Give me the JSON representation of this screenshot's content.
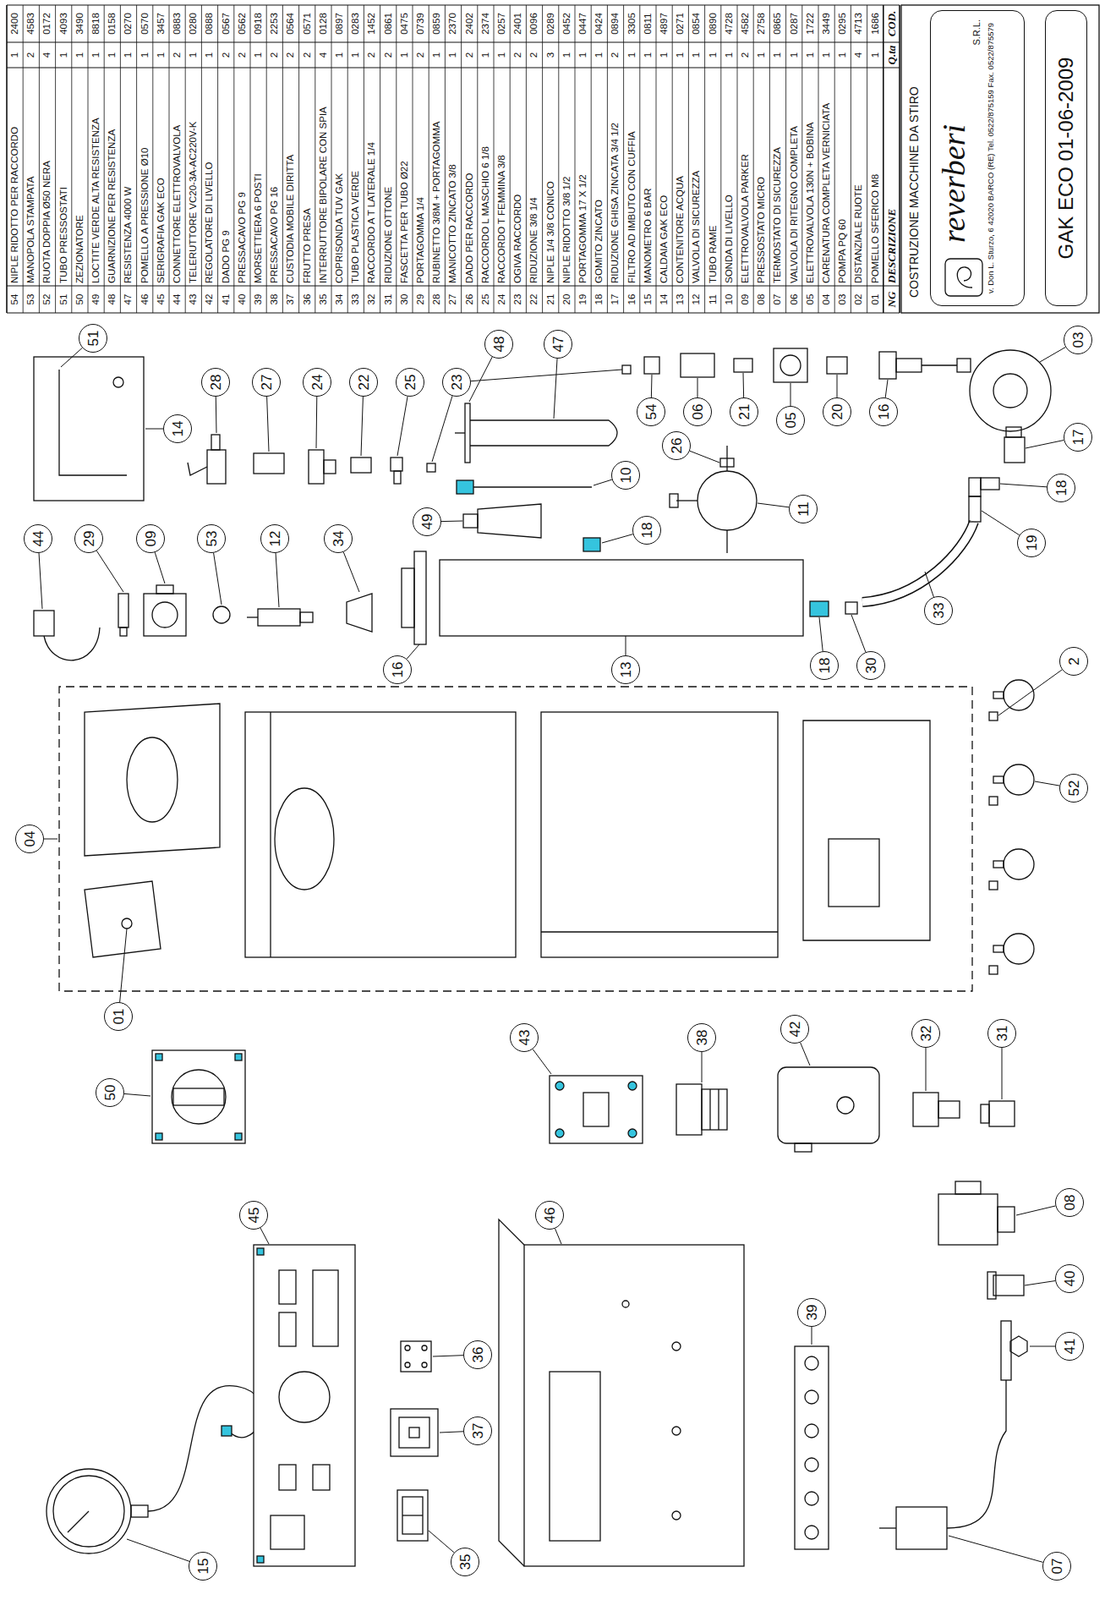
{
  "diagram": {
    "nodes": [
      {
        "text": [
          "reverberi",
          "S.R.L.",
          "v. Don L. Sturzo, 6 42020 BARCO (RE) Tel. 0522/875159 Fax. 0522/875579"
        ]
      },
      {
        "text": [
          "GAK ECO 01-06-2009"
        ]
      }
    ],
    "labels": [
      "54",
      "NIPLE RIDOTTO PER RACCORDO",
      "1",
      "2400",
      "53",
      "MANOPOLA STAMPATA",
      "2",
      "4583",
      "52",
      "RUOTA DOPPIA Ø50 NERA",
      "4",
      "0172",
      "51",
      "TUBO PRESSOSTATI",
      "1",
      "4093",
      "50",
      "ZEZIONATORE",
      "1",
      "3490",
      "49",
      "LOCTITE VERDE ALTA RESISTENZA",
      "1",
      "8818",
      "48",
      "GUARNIZIONE PER RESISTENZA",
      "1",
      "0158",
      "47",
      "RESISTENZA 4000 W",
      "1",
      "0270",
      "46",
      "POMELLO A PRESSIONE Ø10",
      "1",
      "0570",
      "45",
      "SERIGRAFIA GAK ECO",
      "1",
      "3457",
      "44",
      "CONNETTORE ELETTROVALVOLA",
      "2",
      "0883",
      "43",
      "TELERUTTORE VC20-3A-AC220V-K",
      "1",
      "0280",
      "42",
      "REGOLATORE DI LIVELLO",
      "1",
      "0888",
      "41",
      "DADO PG 9",
      "2",
      "0567",
      "40",
      "PRESSACAVO PG 9",
      "2",
      "0562",
      "39",
      "MORSETTIERA 6 POSTI",
      "1",
      "0918",
      "38",
      "PRESSACAVO PG 16",
      "2",
      "2253",
      "37",
      "CUSTODIA MOBILE DIRITTA",
      "2",
      "0564",
      "36",
      "FRUTTO PRESA",
      "2",
      "0571",
      "35",
      "INTERRUTTORE BIPOLARE CON SPIA",
      "4",
      "0128",
      "34",
      "COPRISONDA TUV GAK",
      "1",
      "0897",
      "33",
      "TUBO PLASTICA VERDE",
      "1",
      "0283",
      "32",
      "RACCORDO A T LATERALE 1/4",
      "2",
      "1452",
      "31",
      "RIDUZIONE OTTONE",
      "2",
      "0861",
      "30",
      "FASCETTA PER TUBO Ø22",
      "1",
      "0475",
      "29",
      "PORTAGOMMA 1/4",
      "2",
      "0739",
      "28",
      "RUBINETTO 3/8M + PORTAGOMMA",
      "1",
      "0859",
      "27",
      "MANICOTTO ZINCATO 3/8",
      "1",
      "2370",
      "26",
      "DADO PER RACCORDO",
      "2",
      "2402",
      "25",
      "RACCORDO L MASCHIO 6 1/8",
      "1",
      "2374",
      "24",
      "RACCORDO T FEMMINA 3/8",
      "1",
      "0257",
      "23",
      "OGIVA RACCORDO",
      "2",
      "2401",
      "22",
      "RIDUZIONE 3/8 1/4",
      "2",
      "0096",
      "21",
      "NIPLE 1/4 3/8 CONICO",
      "3",
      "0289",
      "20",
      "NIPLE RIDOTTO 3/8 1/2",
      "1",
      "0452",
      "19",
      "PORTAGOMMA 17 X 1/2",
      "1",
      "0447",
      "18",
      "GOMITO ZINCATO",
      "1",
      "0424",
      "17",
      "RIDUZIONE GHISA ZINCATA 3/4 1/2",
      "2",
      "0894",
      "16",
      "FILTRO AD IMBUTO CON CUFFIA",
      "1",
      "3305",
      "15",
      "MANOMETRO 6 BAR",
      "1",
      "0811",
      "14",
      "CALDAIA GAK ECO",
      "1",
      "4897",
      "13",
      "CONTENITORE ACQUA",
      "1",
      "0271",
      "12",
      "VALVOLA DI SICUREZZA",
      "1",
      "0854",
      "11",
      "TUBO RAME",
      "1",
      "0890",
      "10",
      "SONDA DI LIVELLO",
      "1",
      "4728",
      "09",
      "ELETTROVALVOLA PARKER",
      "2",
      "4582",
      "08",
      "PRESSOSTATO MICRO",
      "1",
      "2758",
      "07",
      "TERMOSTATO DI SICUREZZA",
      "1",
      "0865",
      "06",
      "VALVOLA DI RITEGNO COMPLETA",
      "1",
      "0287",
      "05",
      "ELETTROVALVOLA 130N + BOBINA",
      "1",
      "1722",
      "04",
      "CARENATURA COMPLETA VERNICIATA",
      "1",
      "3449",
      "03",
      "POMPA PQ 60",
      "1",
      "0295",
      "02",
      "DISTANZIALE RUOTE",
      "4",
      "4713",
      "01",
      "POMELLO SFERICO M8",
      "1",
      "1686",
      "NG",
      "DESCRIZIONE",
      "Q.ta",
      "COD.",
      "COSTRUZIONE MACCHINE DA STIRO",
      "15",
      "45",
      "35",
      "37",
      "36",
      "46",
      "39",
      "07",
      "41",
      "40",
      "08",
      "50",
      "43",
      "38",
      "42",
      "32",
      "31",
      "04",
      "01",
      "52",
      "2",
      "44",
      "29",
      "09",
      "53",
      "12",
      "34",
      "16",
      "13",
      "14",
      "51",
      "28",
      "27",
      "24",
      "22",
      "25",
      "23",
      "49",
      "10",
      "18",
      "48",
      "47",
      "11",
      "26",
      "54",
      "06",
      "21",
      "05",
      "20",
      "16",
      "03",
      "17",
      "18",
      "30",
      "33",
      "19",
      "18"
    ]
  }
}
